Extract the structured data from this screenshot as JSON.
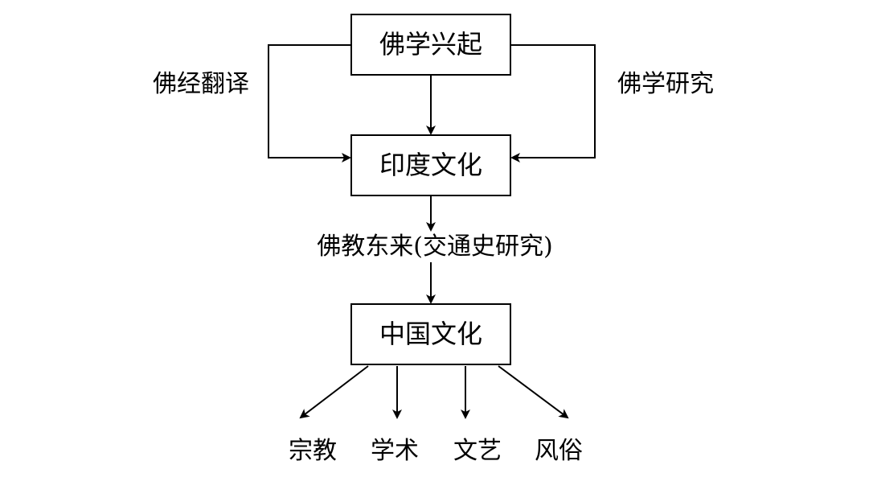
{
  "nodes": {
    "rise": "佛学兴起",
    "india": "印度文化",
    "china": "中国文化"
  },
  "labels": {
    "translation": "佛经翻译",
    "research": "佛学研究",
    "eastward": "佛教东来(交通史研究)"
  },
  "outcomes": [
    "宗教",
    "学术",
    "文艺",
    "风俗"
  ]
}
